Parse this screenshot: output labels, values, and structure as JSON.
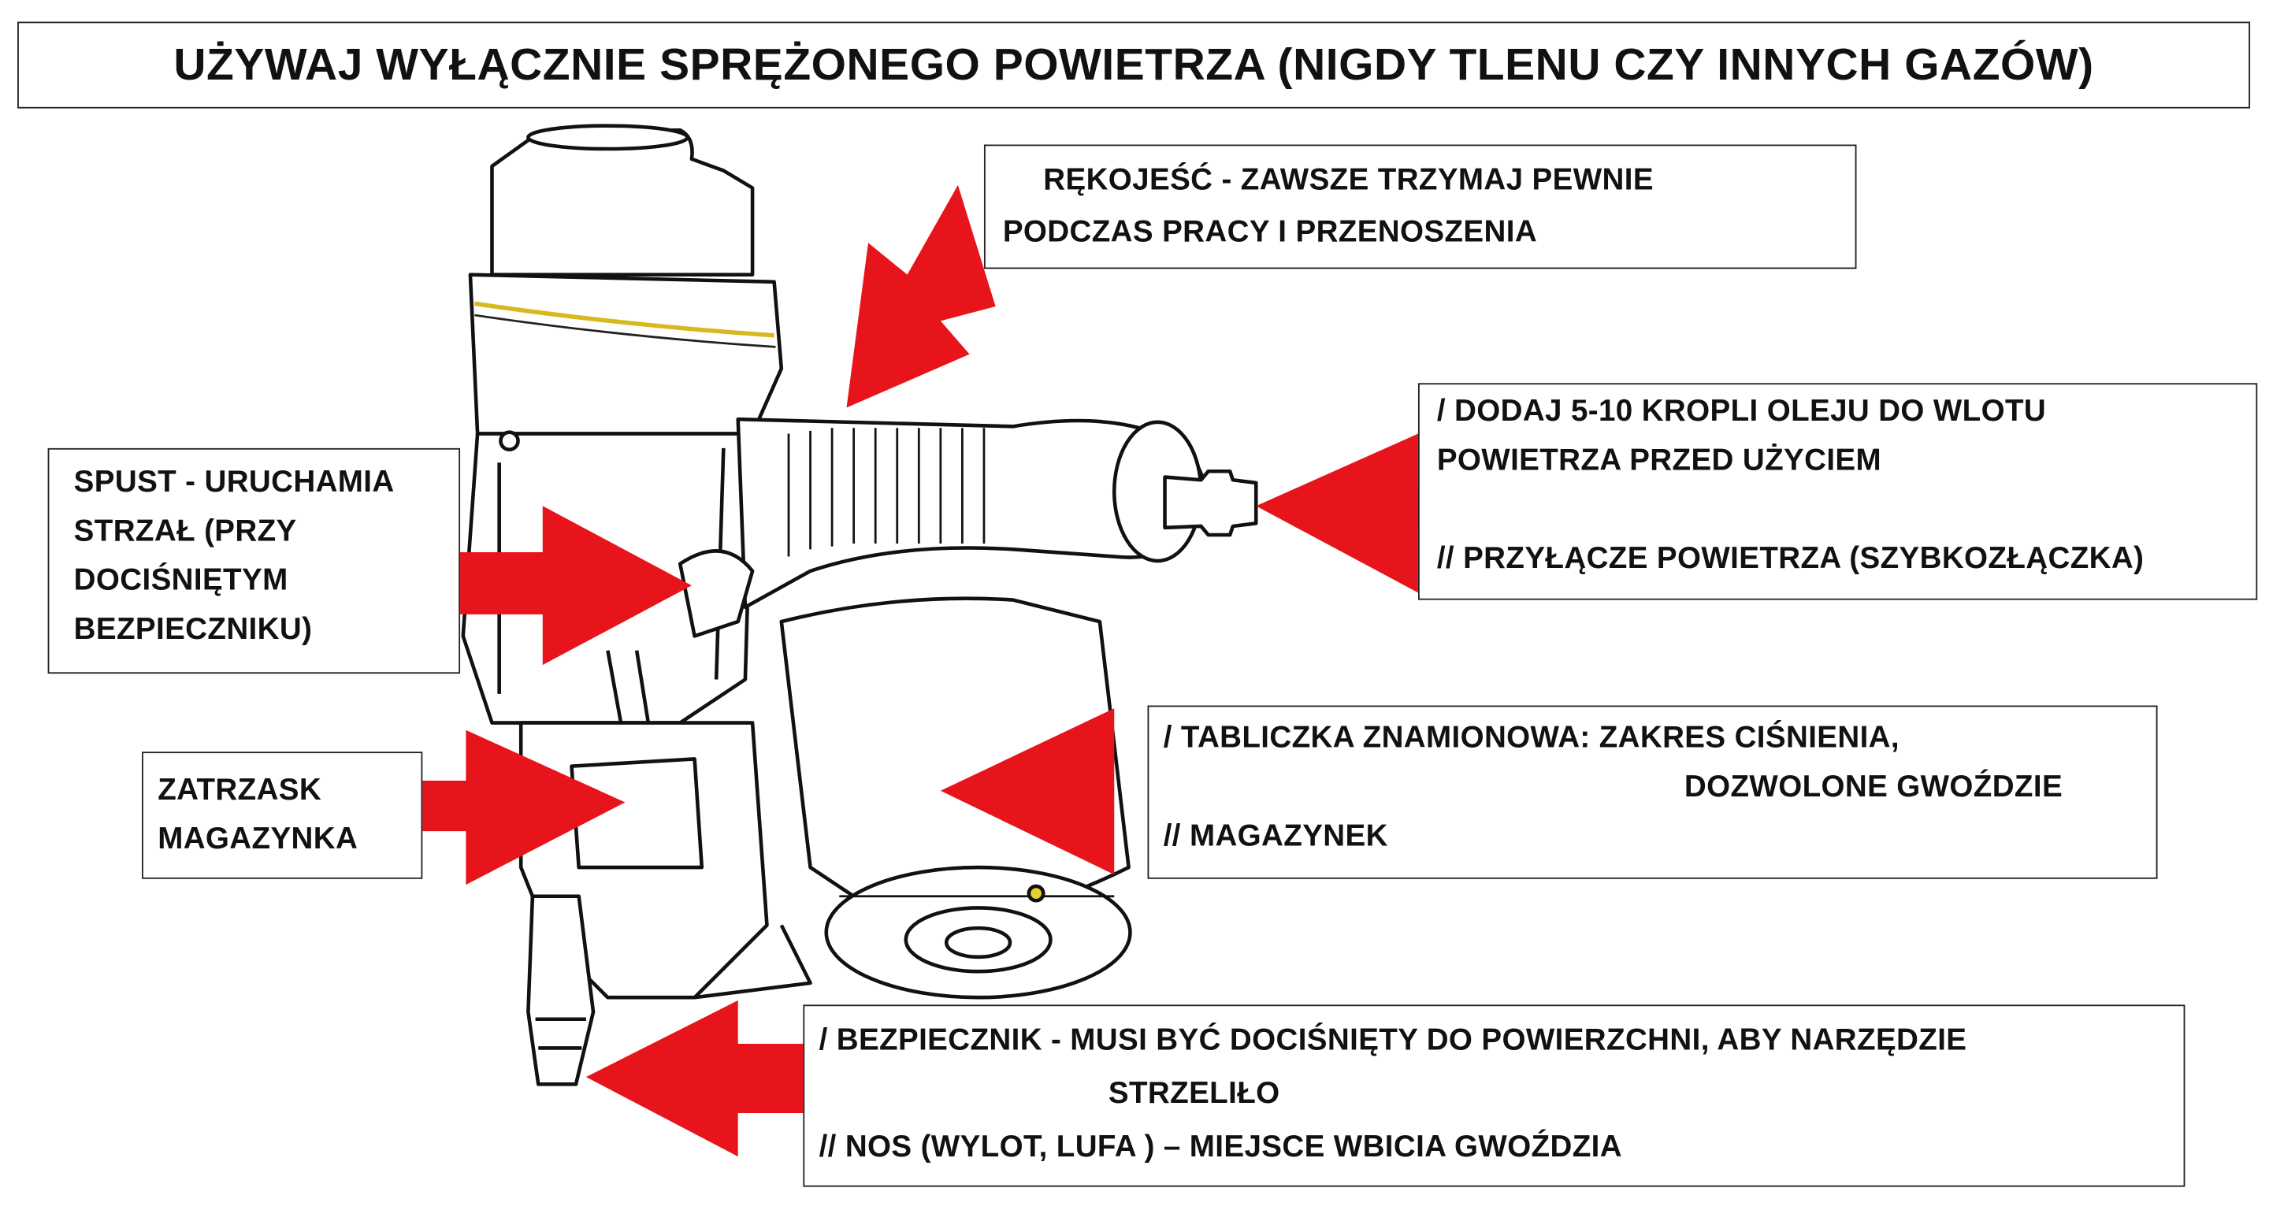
{
  "title": "UŻYWAJ WYŁĄCZNIE SPRĘŻONEGO POWIETRZA (NIGDY TLENU CZY INNYCH GAZÓW)",
  "labels": {
    "handle": [
      "RĘKOJEŚĆ - ZAWSZE TRZYMAJ PEWNIE",
      "PODCZAS PRACY I PRZENOSZENIA"
    ],
    "air": [
      "/ DODAJ 5-10 KROPLI OLEJU DO WLOTU",
      "POWIETRZA PRZED UŻYCIEM",
      "// PRZYŁĄCZE POWIETRZA (SZYBKOZŁĄCZKA)"
    ],
    "trigger": [
      "SPUST - URUCHAMIA",
      "STRZAŁ (PRZY",
      "DOCIŚNIĘTYM",
      "BEZPIECZNIKU)"
    ],
    "latch": [
      "ZATRZASK",
      "MAGAZYNKA"
    ],
    "magazine": [
      "/ TABLICZKA ZNAMIONOWA: ZAKRES CIŚNIENIA,",
      "DOZWOLONE GWOŹDZIE",
      "// MAGAZYNEK"
    ],
    "safety": [
      "/ BEZPIECZNIK - MUSI BYĆ DOCIŚNIĘTY DO POWIERZCHNI, ABY NARZĘDZIE",
      "STRZELIŁO",
      "// NOS (WYLOT, LUFA ) – MIEJSCE WBICIA GWOŹDZIA"
    ]
  },
  "colors": {
    "arrow": "#e8141b",
    "accent": "#e0c020"
  }
}
